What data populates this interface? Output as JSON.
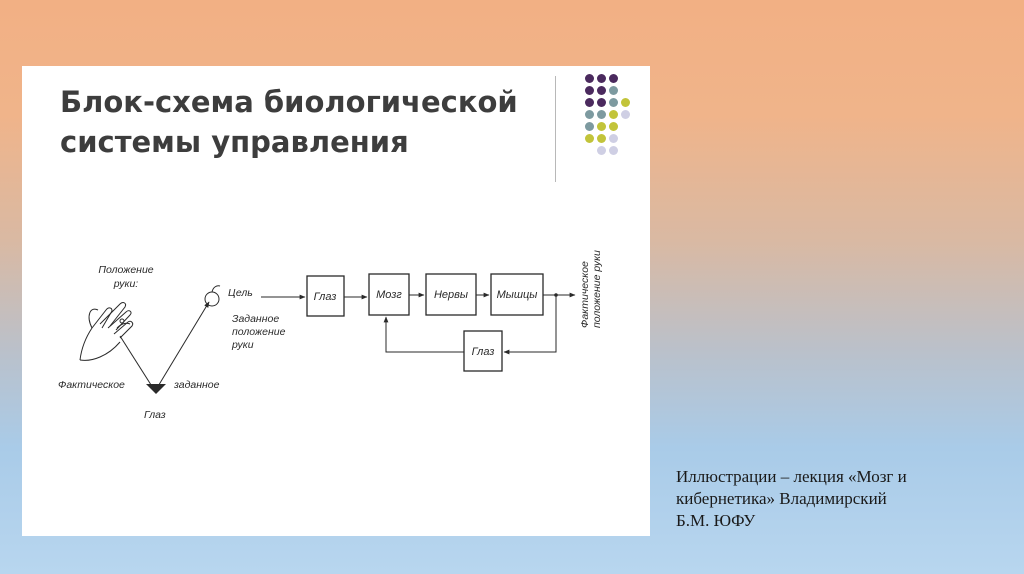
{
  "slide": {
    "title_line1": "Блок-схема биологической",
    "title_line2": "системы управления",
    "caption_line1": "Иллюстрации – лекция «Мозг и",
    "caption_line2": "кибернетика» Владимирский",
    "caption_line3": "Б.М. ЮФУ"
  },
  "diagram": {
    "labels": {
      "hand_position_1": "Положение",
      "hand_position_2": "руки:",
      "actual": "Фактическое",
      "target": "заданное",
      "eye": "Глаз",
      "goal": "Цель",
      "set_position_1": "Заданное",
      "set_position_2": "положение",
      "set_position_3": "руки",
      "output_1": "Фактическое",
      "output_2": "положение руки"
    },
    "blocks": {
      "eye": "Глаз",
      "brain": "Мозг",
      "nerves": "Нервы",
      "muscles": "Мышцы",
      "feedback_eye": "Глаз"
    }
  },
  "decor": {
    "dot_colors": {
      "purple": "#4b2a5e",
      "teal": "#7d9aa0",
      "olive": "#c2c43a",
      "lavender": "#cfcfe4"
    }
  }
}
